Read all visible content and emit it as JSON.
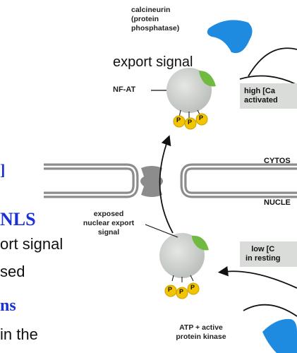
{
  "labels": {
    "calcineurin": "calcineurin (protein phosphatase)",
    "calcineurin_lines": [
      "calcineurin",
      "(protein",
      "phosphatase)"
    ],
    "export_signal": "export signal",
    "nfat": "NF-AT",
    "high_box": [
      "high [Ca",
      "activated"
    ],
    "cytosol": "CYTOS",
    "nucleus": "NUCLE",
    "exposed_export": [
      "exposed",
      "nuclear export",
      "signal"
    ],
    "low_box": [
      "low [C",
      "in resting"
    ],
    "atp_kinase": [
      "ATP + active",
      "protein kinase"
    ],
    "phosphate": "P"
  },
  "slide_text": {
    "nls": "NLS",
    "line1": "ort signal",
    "line2": "sed",
    "ns": "ns",
    "line3": "in the"
  },
  "colors": {
    "blue_enzyme": "#1f8be0",
    "protein_gray": "#c8ccc8",
    "signal_green": "#6fba3f",
    "phosphate_yellow": "#f2c500",
    "membrane_gray": "#8c8c8c",
    "box_fill": "#d9dcd9",
    "slide_blue": "#1a2fd6"
  }
}
